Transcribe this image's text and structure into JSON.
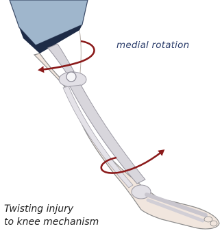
{
  "labels": {
    "rotation": "medial rotation"
  },
  "caption": {
    "line1": "Twisting injury",
    "line2": "to knee mechanism"
  },
  "colors": {
    "arrow": "#8b1a1a",
    "label_text": "#2a3c6a",
    "caption_text": "#1f1f1f",
    "skin": "#f1e6de",
    "bone": "#d8d6dc",
    "pants": "#9fb6cc",
    "cuff": "#1e2c47"
  }
}
